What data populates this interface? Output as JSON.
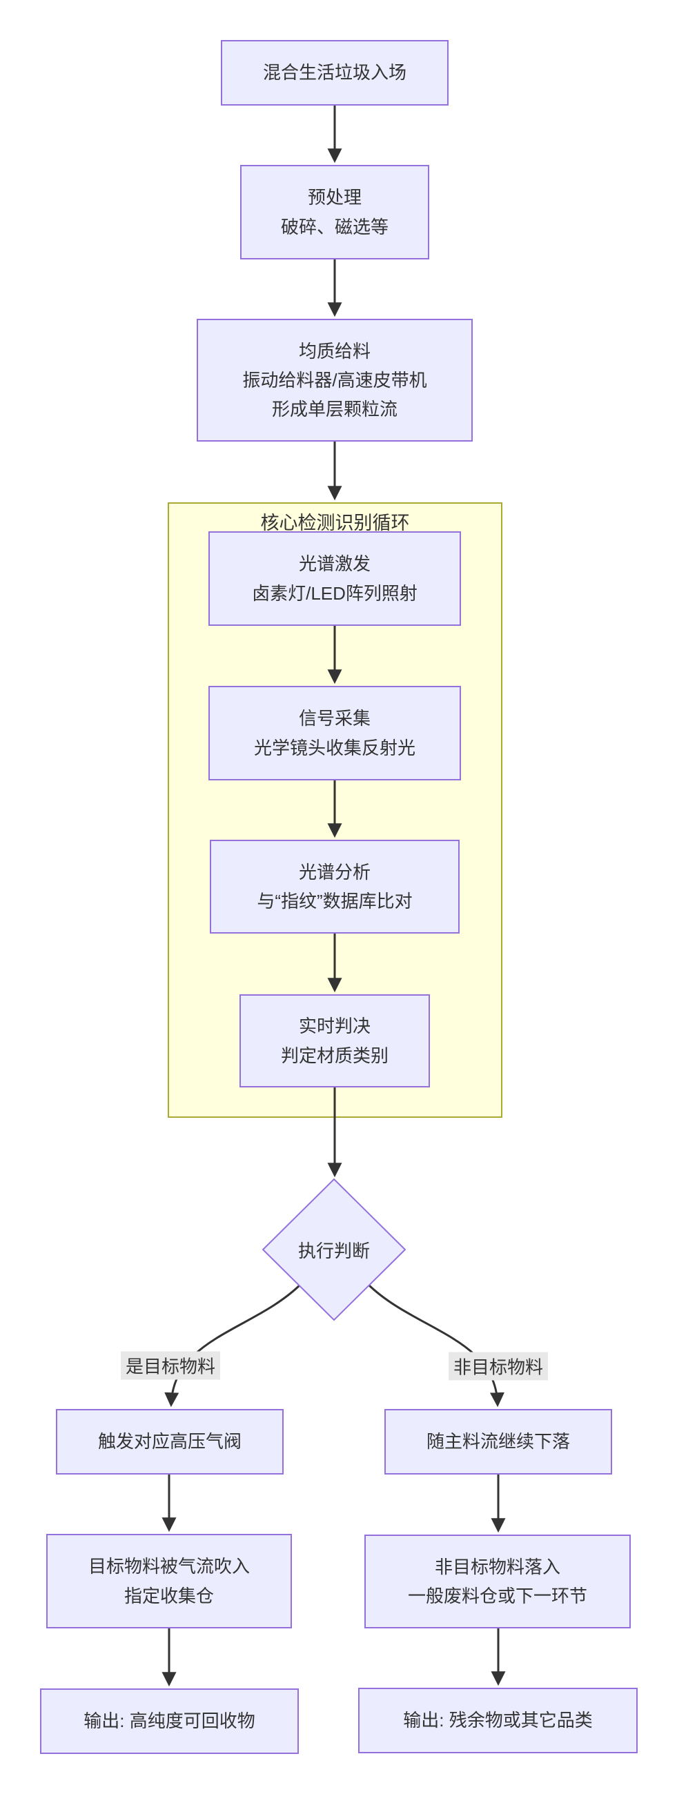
{
  "colors": {
    "background": "#FFFFFF",
    "node-fill": "#ECECFF",
    "node-border": "#9370DB",
    "cluster-fill": "#FFFFDE",
    "cluster-border": "#AAAA33",
    "edge": "#333333",
    "edge-label-bg": "#E8E8E8",
    "text": "#333333"
  },
  "diagram": {
    "type": "flowchart",
    "direction": "top-down",
    "cluster": {
      "title": "核心检测识别循环"
    },
    "nodes": {
      "start": {
        "label": "混合生活垃圾入场"
      },
      "pretreat": {
        "label": "预处理\n破碎、磁选等"
      },
      "feed": {
        "label": "均质给料\n振动给料器/高速皮带机\n形成单层颗粒流"
      },
      "excite": {
        "label": "光谱激发\n卤素灯/LED阵列照射"
      },
      "collect": {
        "label": "信号采集\n光学镜头收集反射光"
      },
      "analyze": {
        "label": "光谱分析\n与“指纹”数据库比对"
      },
      "judge": {
        "label": "实时判决\n判定材质类别"
      },
      "decision": {
        "label": "执行判断"
      },
      "valve": {
        "label": "触发对应高压气阀"
      },
      "blow": {
        "label": "目标物料被气流吹入\n指定收集仓"
      },
      "output_recycle": {
        "label": "输出: 高纯度可回收物"
      },
      "fall": {
        "label": "随主料流继续下落"
      },
      "waste": {
        "label": "非目标物料落入\n一般废料仓或下一环节"
      },
      "output_residue": {
        "label": "输出: 残余物或其它品类"
      }
    },
    "edge_labels": {
      "yes": "是目标物料",
      "no": "非目标物料"
    }
  }
}
